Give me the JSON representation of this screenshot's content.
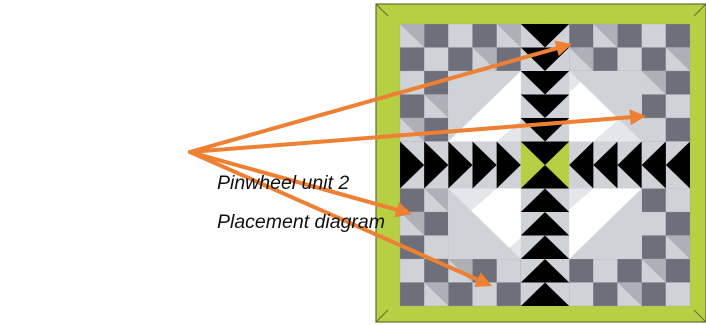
{
  "caption": {
    "line1": "Pinwheel unit 2",
    "line2": "Placement diagram"
  },
  "colors": {
    "border_green": "#b6cf43",
    "border_outline": "#5f6f2a",
    "dark_gray": "#6f6f7c",
    "mid_gray": "#aeb0b8",
    "light_gray": "#cfd3d8",
    "very_light_gray": "#e4e6ea",
    "white": "#ffffff",
    "black": "#000000",
    "center_green": "#b6cf43",
    "arrow_orange": "#ee8033"
  },
  "quilt": {
    "grid_columns": 12,
    "grid_rows": 12
  },
  "annotations": {
    "arrow_count": 4,
    "arrow_origin_label": "pinwheel-unit-2-callout"
  }
}
